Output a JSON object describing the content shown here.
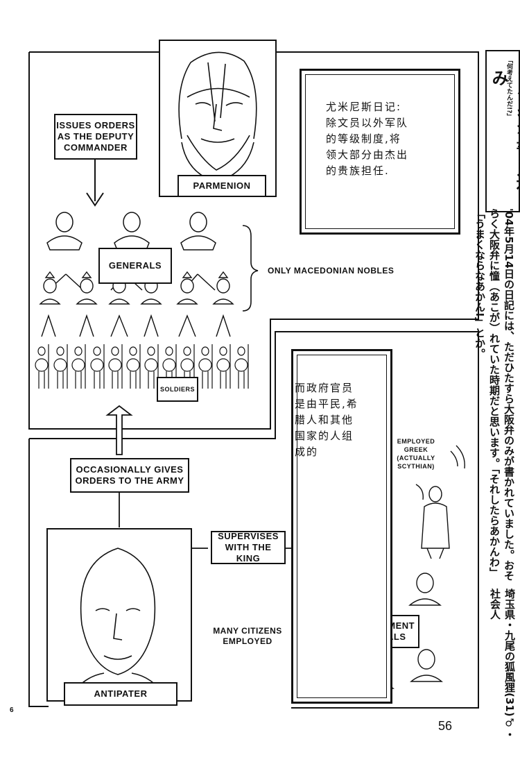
{
  "chart_labels": {
    "deputy_orders": "ISSUES ORDERS\nAS THE DEPUTY\nCOMMANDER",
    "parmenion": "PARMENION",
    "generals": "GENERALS",
    "nobles": "ONLY MACEDONIAN NOBLES",
    "soldiers": "SOLDIERS",
    "gives_orders": "OCCASIONALLY GIVES\nORDERS TO THE ARMY",
    "supervises": "SUPERVISES\nWITH THE KING",
    "employed_greek": "EMPLOYED\nGREEK\n(ACTUALLY\nSCYTHIAN)",
    "many_citizens": "MANY CITIZENS\nEMPLOYED",
    "gov_officials": "GOVERNMENT\nOFFICIALS",
    "antipater": "ANTIPATER"
  },
  "translation_notes": {
    "note_1": "尤米尼斯日记:\n除文员以外军队\n的等级制度,将\n领大部分由杰出\n的贵族担任.",
    "note_2": "而政府官员\n是由平民,希\n腊人和其他\n国家的人组\n成的"
  },
  "sidebar": {
    "header_small": "「何考えてたんだ!?」",
    "header_big": "フシギな書き込み",
    "body": "'04年5月14日の日記には、ただひたすら大阪弁のみが書かれていました。おそらく大阪弁に憧（あこが）れていた時期だと思います。「それしたらあかんわ」「うまくならなあかん!」とか。",
    "author": "埼玉県・九尾の狐風狸(31)♂・社会人"
  },
  "page": {
    "number": "56",
    "chapter_mark": "6"
  }
}
